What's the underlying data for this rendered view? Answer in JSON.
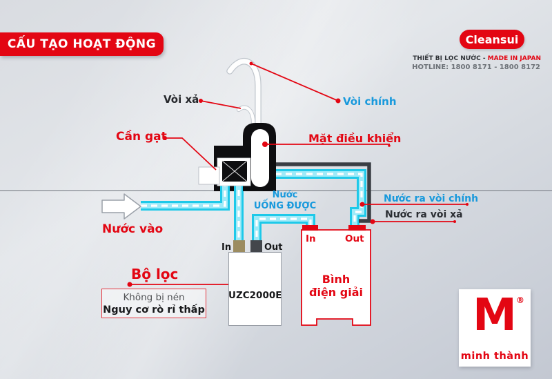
{
  "banner": {
    "title": "CẤU TẠO HOẠT ĐỘNG"
  },
  "brand": {
    "logo": "Cleansui",
    "tagline_left": "THIẾT BỊ LỌC NƯỚC -",
    "tagline_right": "MADE IN JAPAN",
    "hotline": "HOTLINE: 1800 8171 - 1800 8172"
  },
  "labels": {
    "drain_spout": "Vòi xả",
    "main_spout": "Vòi chính",
    "lever": "Cần gạt",
    "control_panel": "Mặt điều khiển",
    "drinkable_line1": "Nước",
    "drinkable_line2": "UỐNG ĐƯỢC",
    "out_main": "Nước ra vòi chính",
    "out_drain": "Nước ra vòi xả",
    "water_in": "Nước vào",
    "filter_title": "Bộ lọc"
  },
  "note_box": {
    "line1": "Không bị nén",
    "line2": "Nguy cơ rò rỉ thấp"
  },
  "filter": {
    "model": "UZC2000E",
    "in": "In",
    "out": "Out"
  },
  "tank": {
    "in": "In",
    "out": "Out",
    "name_line1": "Bình",
    "name_line2": "điện giải"
  },
  "watermark": {
    "letter": "M",
    "reg": "®",
    "name": "minh thành"
  },
  "colors": {
    "accent_red": "#e30613",
    "label_blue": "#1899dc",
    "pipe_cyan": "#1ec9e9",
    "pipe_dark": "#3a3e44",
    "text_dark": "#26282c"
  }
}
